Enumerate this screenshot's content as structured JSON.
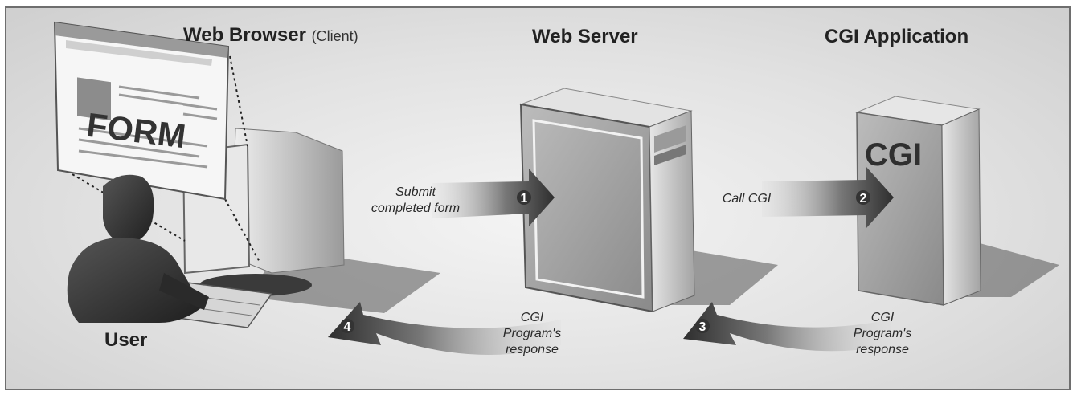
{
  "headings": {
    "browser": "Web Browser",
    "browser_sub": "(Client)",
    "server": "Web Server",
    "cgi_app": "CGI Application"
  },
  "user_label": "User",
  "form_text": "FORM",
  "cgi_text": "CGI",
  "steps": [
    {
      "number": "1",
      "label_line1": "Submit",
      "label_line2": "completed form"
    },
    {
      "number": "2",
      "label_line1": "Call CGI"
    },
    {
      "number": "3",
      "label_line1": "CGI",
      "label_line2": "Program's",
      "label_line3": "response"
    },
    {
      "number": "4",
      "label_line1": "CGI",
      "label_line2": "Program's",
      "label_line3": "response"
    }
  ]
}
